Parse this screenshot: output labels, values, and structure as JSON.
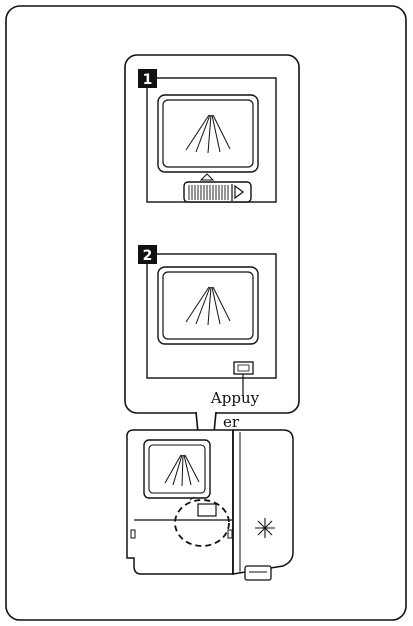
{
  "steps": [
    {
      "number": "1",
      "icon": "slider-arrow-icon"
    },
    {
      "number": "2",
      "icon": "push-button-icon"
    }
  ],
  "callout": {
    "line1": "Appuy",
    "line2": "er"
  },
  "icons": {
    "detergent-window": "spray-lines-icon",
    "rinse-aid-indicator": "sparkle-icon"
  },
  "colors": {
    "stroke": "#111111",
    "background": "#ffffff"
  }
}
